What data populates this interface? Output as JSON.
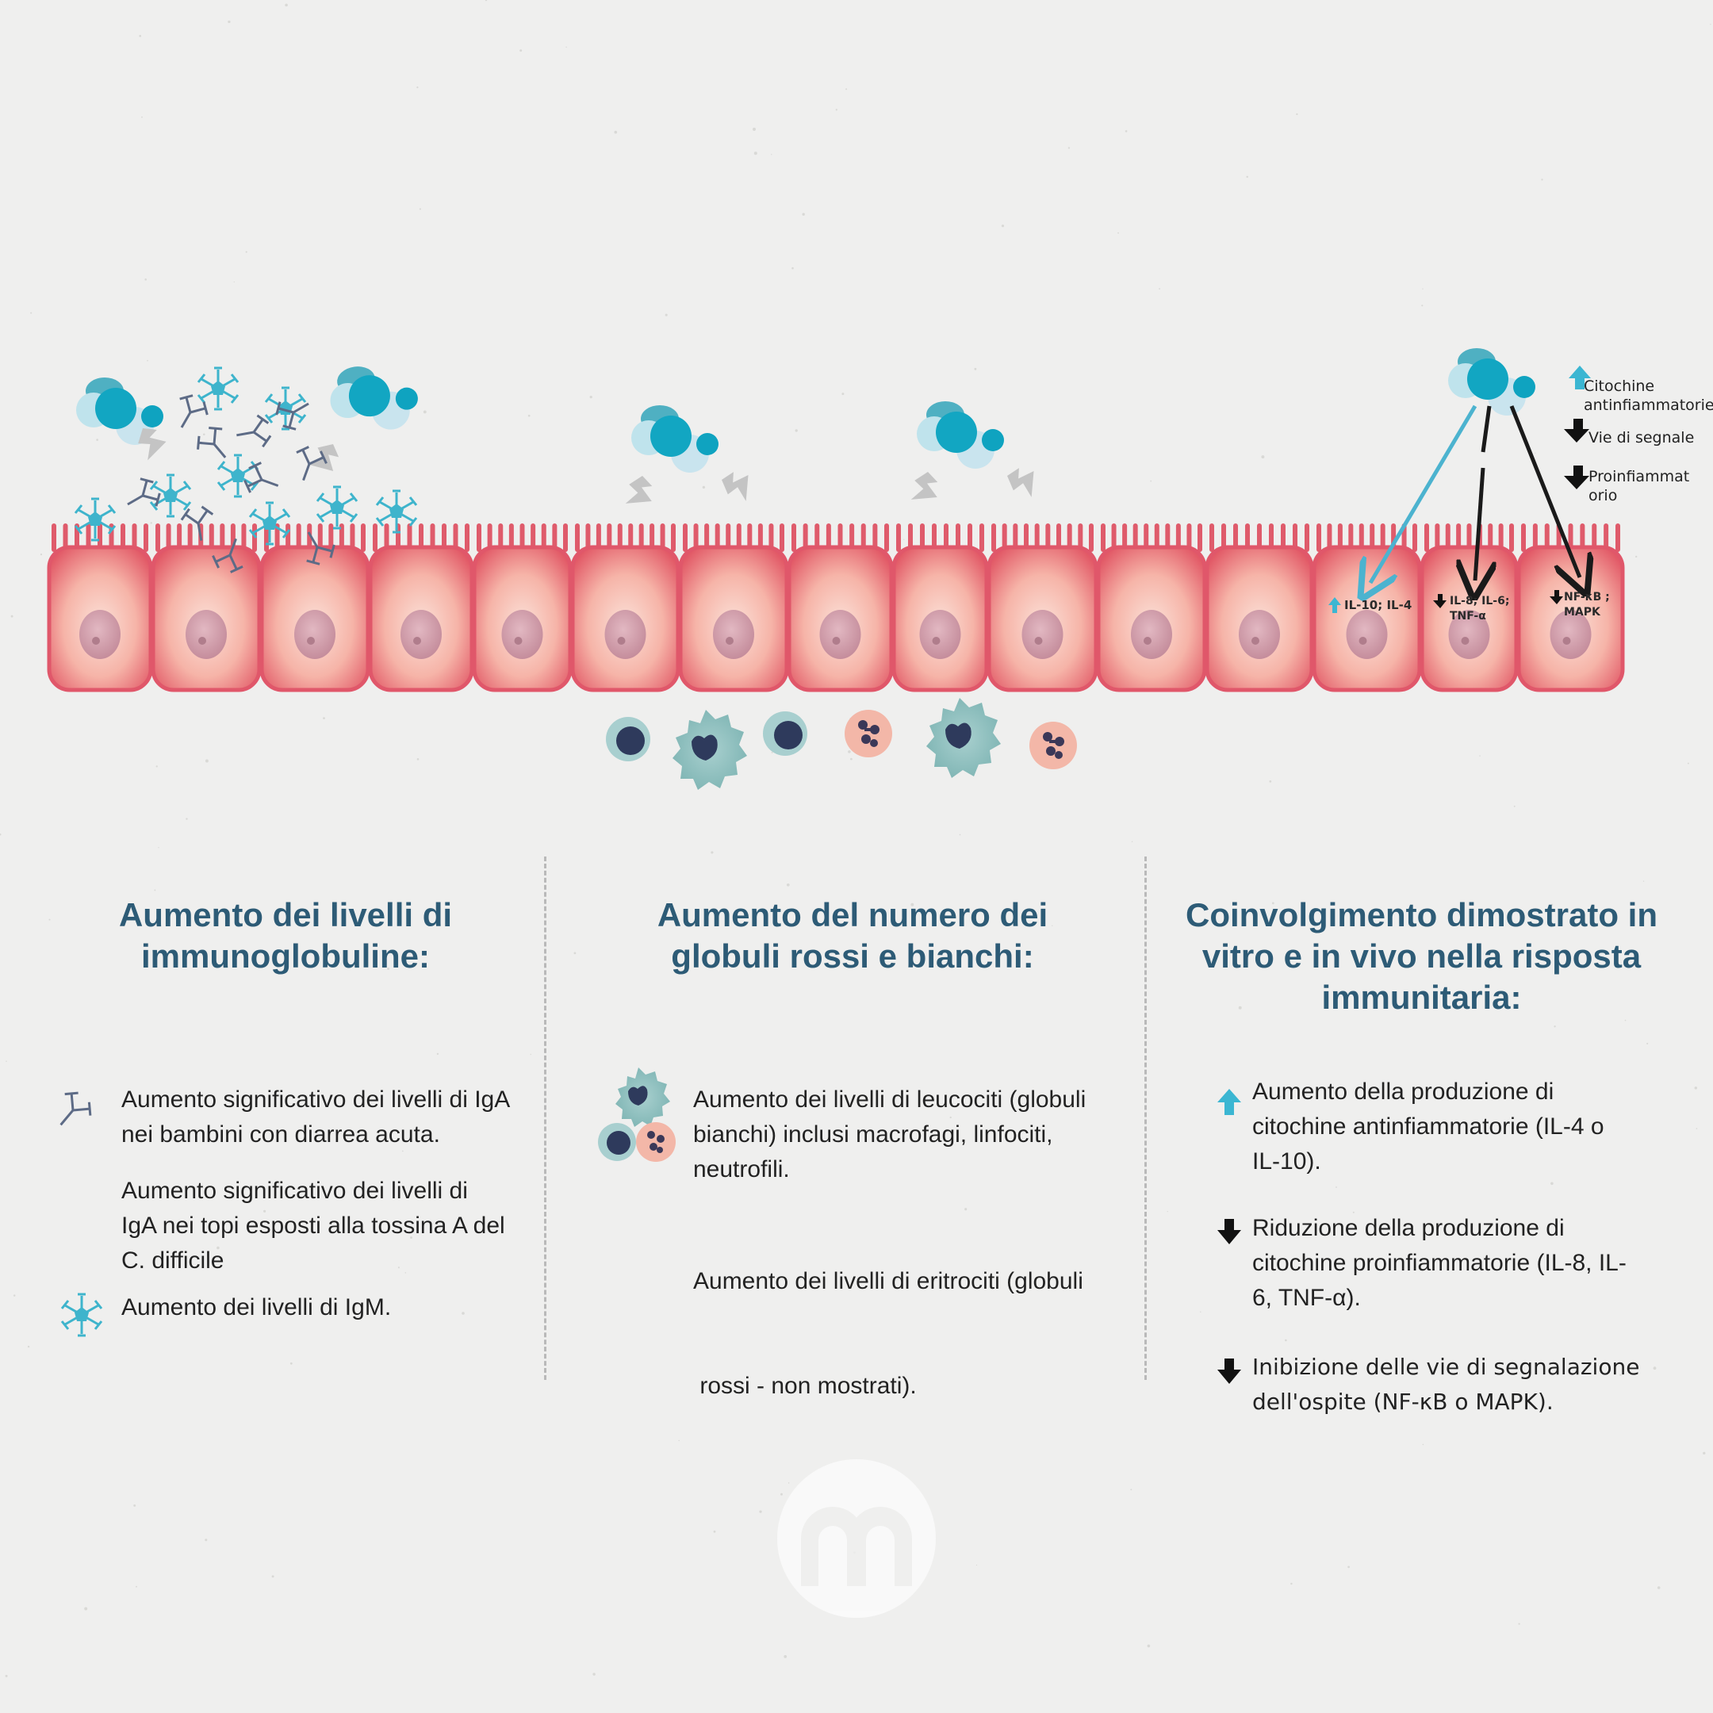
{
  "colors": {
    "background": "#efefee",
    "title": "#2d5b76",
    "teal": "#16a4bd",
    "cell_pink": "#e0576a",
    "up_arrow": "#3bb6d2",
    "down_arrow": "#111111"
  },
  "legend": {
    "items": [
      {
        "icon": "up-arrow-icon",
        "text_lines": [
          "Citochine",
          "antinfiammatorie"
        ]
      },
      {
        "icon": "down-arrow-icon",
        "text_lines": [
          "Vie di segnale"
        ]
      },
      {
        "icon": "down-arrow-icon",
        "text_lines": [
          "Proinfiammat",
          "orio"
        ]
      }
    ]
  },
  "cell_labels": {
    "il10": "IL-10; IL-4",
    "il8_line1": "IL-8; IL-6;",
    "il8_line2": "TNF-α",
    "nfkb_line1": "NF-κB ;",
    "nfkb_line2": "MAPK"
  },
  "columns": [
    {
      "title_lines": [
        "Aumento dei livelli di",
        "immunoglobuline:"
      ],
      "paragraphs": [
        {
          "icon": "antibody-icon",
          "lines": [
            "Aumento significativo dei livelli di IgA",
            "nei bambini con diarrea acuta."
          ]
        },
        {
          "icon": "",
          "lines": [
            "Aumento significativo dei livelli di",
            "IgA nei topi esposti alla tossina A del",
            "C. difficile"
          ]
        },
        {
          "icon": "igm-pentamer-icon",
          "lines": [
            "Aumento dei livelli di IgM."
          ]
        }
      ]
    },
    {
      "title_lines": [
        "Aumento del numero dei",
        "globuli rossi e bianchi:"
      ],
      "paragraphs": [
        {
          "icon": "white-blood-cells-icon",
          "lines": [
            "Aumento dei livelli di leucociti (globuli",
            "bianchi) inclusi macrofagi, linfociti,",
            "neutrofili."
          ]
        },
        {
          "icon": "",
          "lines": [
            "Aumento dei livelli di eritrociti (globuli",
            " rossi - non mostrati)."
          ]
        }
      ]
    },
    {
      "title_lines": [
        "Coinvolgimento dimostrato in",
        "vitro e in vivo nella risposta",
        "immunitaria:"
      ],
      "paragraphs": [
        {
          "icon": "up-arrow-icon",
          "lines": [
            "Aumento della produzione di",
            "citochine antinfiammatorie (IL-4 o",
            "IL-10)."
          ]
        },
        {
          "icon": "down-arrow-icon",
          "lines": [
            "Riduzione della produzione di",
            "citochine proinfiammatorie (IL-8, IL-",
            "6, TNF-α)."
          ]
        },
        {
          "icon": "down-arrow-icon",
          "lines": [
            "Inibizione delle vie di segnalazione",
            "dell'ospite (NF-κB o MAPK)."
          ]
        }
      ]
    }
  ]
}
